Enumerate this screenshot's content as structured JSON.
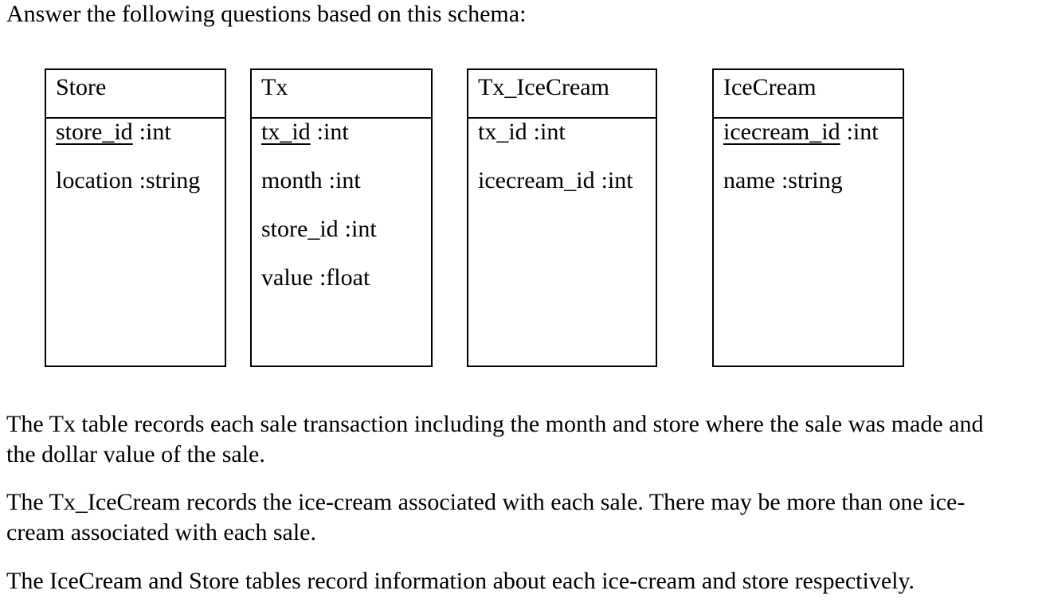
{
  "page": {
    "title": "Answer the following questions based on this schema:",
    "background_color": "#ffffff",
    "text_color": "#000000",
    "border_color": "#000000"
  },
  "schema": {
    "tables": [
      {
        "name": "Store",
        "fields": [
          {
            "name": "store_id",
            "type": ":int",
            "pk": true
          },
          {
            "name": "location",
            "type": ":string",
            "pk": false
          }
        ]
      },
      {
        "name": "Tx",
        "fields": [
          {
            "name": "tx_id",
            "type": ":int",
            "pk": true
          },
          {
            "name": "month",
            "type": ":int",
            "pk": false
          },
          {
            "name": "store_id",
            "type": ":int",
            "pk": false
          },
          {
            "name": "value",
            "type": ":float",
            "pk": false
          }
        ]
      },
      {
        "name": "Tx_IceCream",
        "fields": [
          {
            "name": "tx_id",
            "type": ":int",
            "pk": false
          },
          {
            "name": "icecream_id",
            "type": ":int",
            "pk": false
          }
        ]
      },
      {
        "name": "IceCream",
        "fields": [
          {
            "name": "icecream_id",
            "type": ":int",
            "pk": true
          },
          {
            "name": "name",
            "type": ":string",
            "pk": false
          }
        ]
      }
    ]
  },
  "paragraphs": {
    "p1": "The Tx table records each sale transaction including the month and store where the sale was made and\nthe dollar value of the sale.",
    "p2": "The Tx_IceCream records the ice-cream associated with each sale. There may be more than one ice-\ncream associated with each sale.",
    "p3": "The IceCream and Store tables record information about each ice-cream and store respectively."
  }
}
